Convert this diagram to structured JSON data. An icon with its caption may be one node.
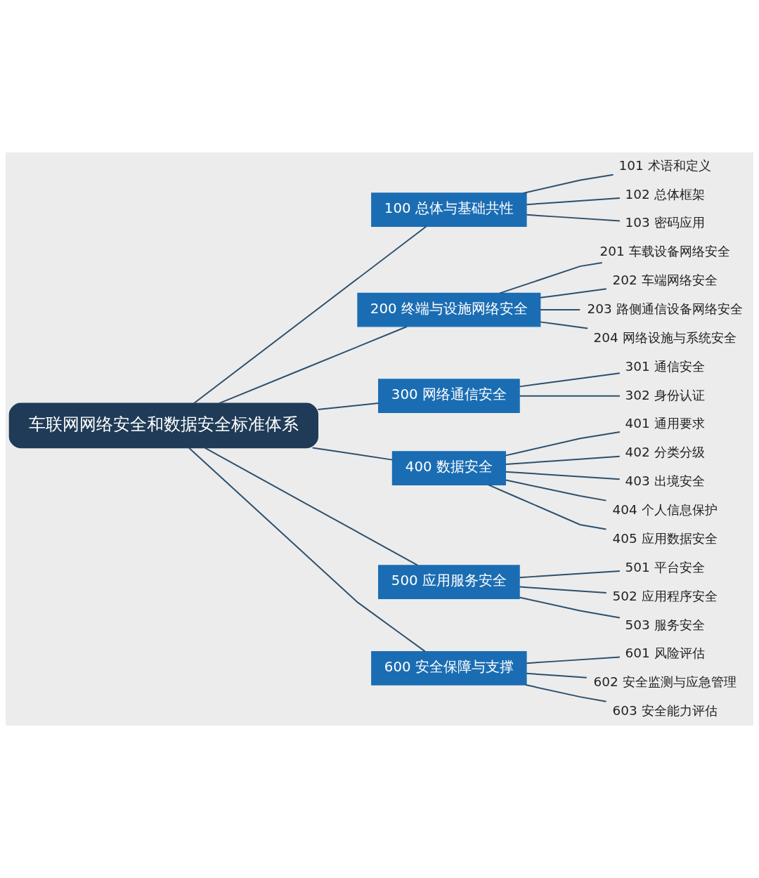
{
  "diagram": {
    "nodes": [
      {
        "text": [
          "车联网网络安全和数据安全标准体系"
        ]
      },
      {
        "text": [
          "100 总体与基础共性"
        ]
      },
      {
        "text": [
          "101 术语和定义"
        ]
      },
      {
        "text": [
          "102 总体框架"
        ]
      },
      {
        "text": [
          "103 密码应用"
        ]
      },
      {
        "text": [
          "200 终端与设施网络安全"
        ]
      },
      {
        "text": [
          "201 车载设备网络安全"
        ]
      },
      {
        "text": [
          "202 车端网络安全"
        ]
      },
      {
        "text": [
          "203 路侧通信设备网络安全"
        ]
      },
      {
        "text": [
          "204 网络设施与系统安全"
        ]
      },
      {
        "text": [
          "300 网络通信安全"
        ]
      },
      {
        "text": [
          "301 通信安全"
        ]
      },
      {
        "text": [
          "302 身份认证"
        ]
      },
      {
        "text": [
          "400 数据安全"
        ]
      },
      {
        "text": [
          "401 通用要求"
        ]
      },
      {
        "text": [
          "402 分类分级"
        ]
      },
      {
        "text": [
          "403 出境安全"
        ]
      },
      {
        "text": [
          "404 个人信息保护"
        ]
      },
      {
        "text": [
          "405 应用数据安全"
        ]
      },
      {
        "text": [
          "500 应用服务安全"
        ]
      },
      {
        "text": [
          "501 平台安全"
        ]
      },
      {
        "text": [
          "502 应用程序安全"
        ]
      },
      {
        "text": [
          "503 服务安全"
        ]
      },
      {
        "text": [
          "600 安全保障与支撑"
        ]
      },
      {
        "text": [
          "601 风险评估"
        ]
      },
      {
        "text": [
          "602 安全监测与应急管理"
        ]
      },
      {
        "text": [
          "603 安全能力评估"
        ]
      }
    ],
    "edges": [
      {
        "from": 0,
        "to": 1,
        "arrow": "none"
      },
      {
        "from": 1,
        "to": 2,
        "arrow": "none"
      },
      {
        "from": 1,
        "to": 3,
        "arrow": "none"
      },
      {
        "from": 1,
        "to": 4,
        "arrow": "none"
      },
      {
        "from": 0,
        "to": 5,
        "arrow": "none"
      },
      {
        "from": 5,
        "to": 6,
        "arrow": "none"
      },
      {
        "from": 5,
        "to": 7,
        "arrow": "none"
      },
      {
        "from": 5,
        "to": 8,
        "arrow": "none"
      },
      {
        "from": 5,
        "to": 9,
        "arrow": "none"
      },
      {
        "from": 0,
        "to": 10,
        "arrow": "none"
      },
      {
        "from": 10,
        "to": 11,
        "arrow": "none"
      },
      {
        "from": 10,
        "to": 12,
        "arrow": "none"
      },
      {
        "from": 0,
        "to": 13,
        "arrow": "none"
      },
      {
        "from": 13,
        "to": 14,
        "arrow": "none"
      },
      {
        "from": 13,
        "to": 15,
        "arrow": "none"
      },
      {
        "from": 13,
        "to": 16,
        "arrow": "none"
      },
      {
        "from": 13,
        "to": 17,
        "arrow": "none"
      },
      {
        "from": 13,
        "to": 18,
        "arrow": "none"
      },
      {
        "from": 0,
        "to": 19,
        "arrow": "none"
      },
      {
        "from": 19,
        "to": 20,
        "arrow": "none"
      },
      {
        "from": 19,
        "to": 21,
        "arrow": "none"
      },
      {
        "from": 19,
        "to": 22,
        "arrow": "none"
      },
      {
        "from": 0,
        "to": 23,
        "arrow": "none"
      },
      {
        "from": 23,
        "to": 24,
        "arrow": "none"
      },
      {
        "from": 23,
        "to": 25,
        "arrow": "none"
      },
      {
        "from": 23,
        "to": 26,
        "arrow": "none"
      }
    ]
  }
}
